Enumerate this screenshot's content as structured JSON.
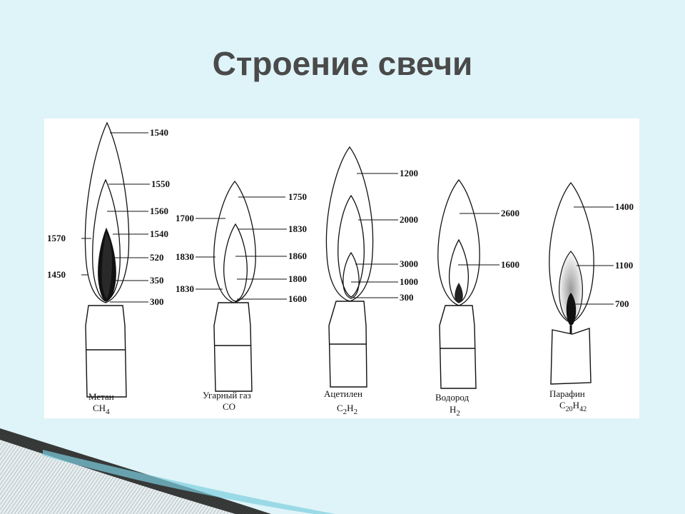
{
  "title": "Строение свечи",
  "colors": {
    "background": "#dff4f8",
    "panel": "#ffffff",
    "title": "#4a4a4a"
  },
  "candles": [
    {
      "name": "Метан",
      "formula": "CH",
      "formula_sub": "4",
      "temps_right": [
        "1540",
        "1550",
        "1560",
        "1540",
        "520",
        "350",
        "300"
      ],
      "temps_left": [
        "1570",
        "1450"
      ]
    },
    {
      "name": "Угарный газ",
      "formula": "CO",
      "formula_sub": "",
      "temps_right": [
        "1750",
        "1830",
        "1860",
        "1800",
        "1600"
      ],
      "temps_left": [
        "1700",
        "1830",
        "1830"
      ]
    },
    {
      "name": "Ацетилен",
      "formula": "C",
      "formula_sub": "2",
      "formula_2": "H",
      "formula_sub_2": "2",
      "temps_right": [
        "1200",
        "2000",
        "3000",
        "1000",
        "300"
      ]
    },
    {
      "name": "Водород",
      "formula": "H",
      "formula_sub": "2",
      "temps_right": [
        "2600",
        "1600"
      ]
    },
    {
      "name": "Парафин",
      "formula": "C",
      "formula_sub": "20",
      "formula_2": "H",
      "formula_sub_2": "42",
      "temps_right": [
        "1400",
        "1100",
        "700"
      ]
    }
  ]
}
